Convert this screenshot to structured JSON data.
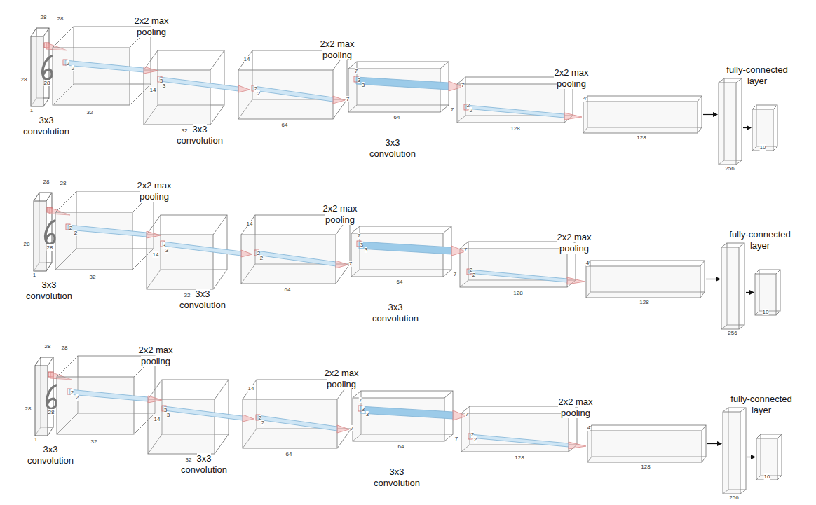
{
  "diagram": {
    "nodes": [
      {
        "text": [
          "4",
          "128"
        ]
      },
      {
        "text": [
          "fully-connected layer",
          "256"
        ]
      },
      {
        "text": [
          "10"
        ]
      },
      {
        "text": [
          "4",
          "128"
        ]
      },
      {
        "text": [
          "fully-connected layer",
          "256"
        ]
      },
      {
        "text": [
          "10"
        ]
      },
      {
        "text": [
          "4",
          "128"
        ]
      },
      {
        "text": [
          "fully-connected layer",
          "256"
        ]
      },
      {
        "text": [
          "10"
        ]
      }
    ],
    "edges": [
      {
        "from": 0,
        "to": 1,
        "arrow": "to"
      },
      {
        "from": 1,
        "to": 2,
        "arrow": "to"
      },
      {
        "from": 3,
        "to": 4,
        "arrow": "to"
      },
      {
        "from": 4,
        "to": 5,
        "arrow": "to"
      },
      {
        "from": 6,
        "to": 7,
        "arrow": "to"
      },
      {
        "from": 7,
        "to": 8,
        "arrow": "to"
      }
    ],
    "labels": [
      "28",
      "28",
      "28",
      "28",
      "1",
      "3x3 convolution",
      "2",
      "2",
      "32",
      "2x2 max pooling",
      "14",
      "3",
      "3",
      "32",
      "3x3 convolution",
      "14",
      "2",
      "2",
      "64",
      "2x2 max pooling",
      "7",
      "3",
      "3",
      "7",
      "64",
      "3x3 convolution",
      "7",
      "7",
      "2",
      "2",
      "128",
      "2x2 max pooling",
      "28",
      "28",
      "28",
      "28",
      "1",
      "3x3 convolution",
      "2",
      "2",
      "32",
      "2x2 max pooling",
      "14",
      "3",
      "3",
      "32",
      "3x3 convolution",
      "14",
      "2",
      "2",
      "64",
      "2x2 max pooling",
      "7",
      "3",
      "3",
      "7",
      "64",
      "3x3 convolution",
      "7",
      "7",
      "2",
      "2",
      "128",
      "2x2 max pooling",
      "28",
      "28",
      "28",
      "28",
      "1",
      "3x3 convolution",
      "2",
      "2",
      "32",
      "2x2 max pooling",
      "14",
      "3",
      "3",
      "32",
      "3x3 convolution",
      "14",
      "2",
      "2",
      "64",
      "2x2 max pooling",
      "7",
      "3",
      "3",
      "7",
      "64",
      "3x3 convolution",
      "7",
      "7",
      "2",
      "2",
      "128",
      "2x2 max pooling"
    ]
  }
}
